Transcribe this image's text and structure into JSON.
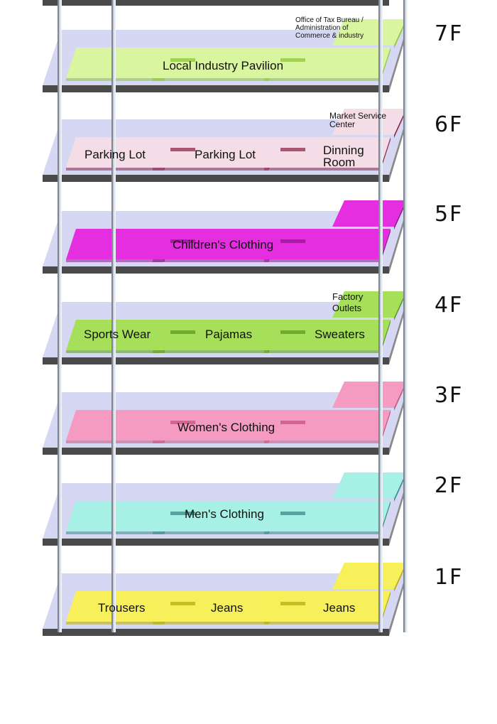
{
  "floors": [
    {
      "id": "7",
      "label": "7F",
      "color": "#d9f5a0",
      "edge": "#8ec63c",
      "main_label": "Local Industry Pavilion",
      "side_label": "Office of Tax Bureau /\nAdministration of\nCommerce & industry"
    },
    {
      "id": "6",
      "label": "6F",
      "color": "#f4dde6",
      "edge": "#8c2a4a",
      "zones": [
        "Parking Lot",
        "Parking Lot",
        "Dinning\nRoom"
      ],
      "side_label": "Market Service\nCenter"
    },
    {
      "id": "5",
      "label": "5F",
      "color": "#e52ee0",
      "edge": "#8e1a8a",
      "main_label": "Children's Clothing"
    },
    {
      "id": "4",
      "label": "4F",
      "color": "#a6e05a",
      "edge": "#5c9a22",
      "zones": [
        "Sports Wear",
        "Pajamas",
        "Sweaters"
      ],
      "side_label": "Factory\nOutlets"
    },
    {
      "id": "3",
      "label": "3F",
      "color": "#f59ac0",
      "edge": "#c4567f",
      "main_label": "Women's Clothing"
    },
    {
      "id": "2",
      "label": "2F",
      "color": "#a6f0e6",
      "edge": "#3c8a86",
      "main_label": "Men's Clothing"
    },
    {
      "id": "1",
      "label": "1F",
      "color": "#f7f05a",
      "edge": "#b5ad10",
      "zones": [
        "Trousers",
        "Jeans",
        "Jeans"
      ]
    }
  ]
}
